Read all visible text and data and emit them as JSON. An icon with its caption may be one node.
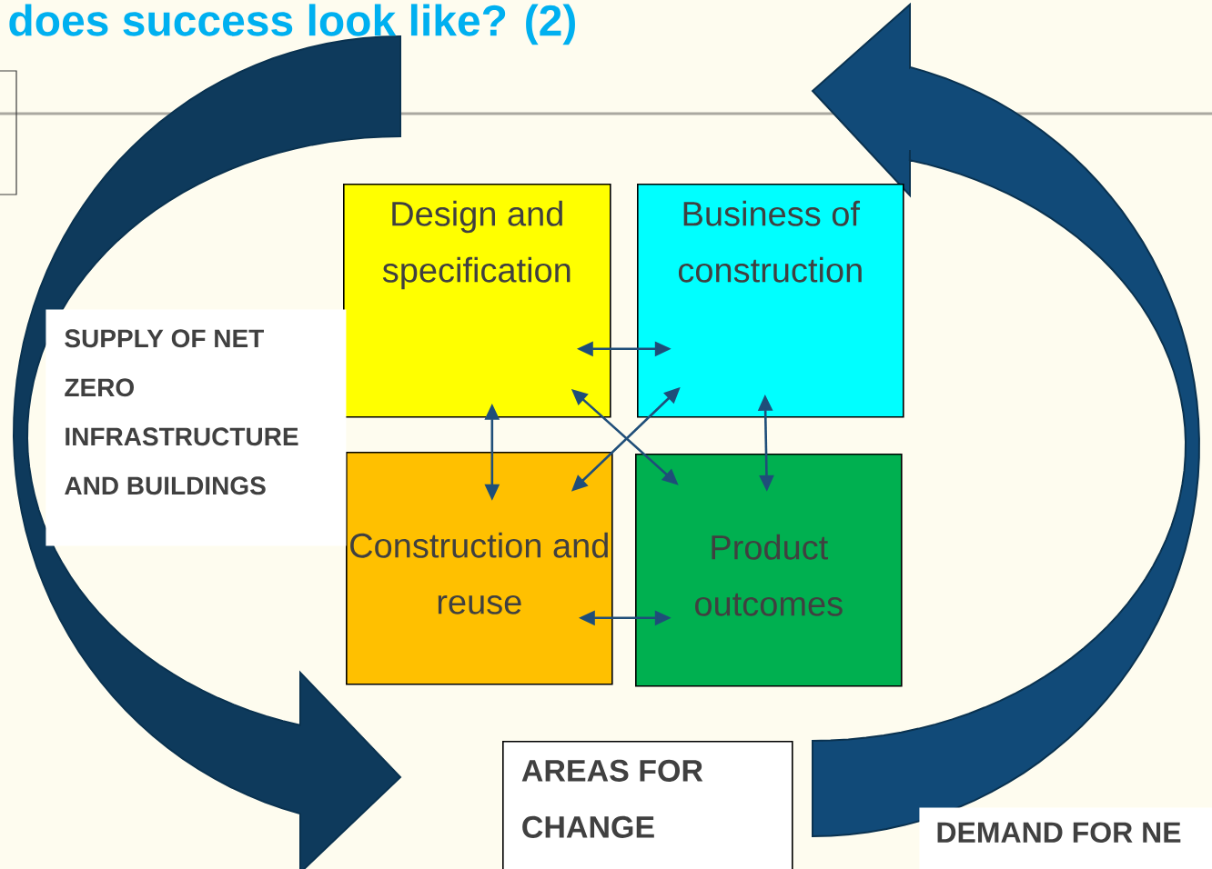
{
  "diagram": {
    "title": "does success look like? (2)",
    "nodes": [
      {
        "text": [
          "Design and specification"
        ]
      },
      {
        "text": [
          "Business of construction"
        ]
      },
      {
        "text": [
          "Construction and reuse"
        ]
      },
      {
        "text": [
          "Product outcomes"
        ]
      },
      {
        "text": [
          "SUPPLY OF NET ZERO INFRASTRUCTURE AND BUILDINGS"
        ]
      },
      {
        "text": [
          "AREAS FOR CHANGE"
        ]
      },
      {
        "text": [
          "DEMAND FOR NE"
        ]
      }
    ],
    "edges": [
      {
        "from": 0,
        "to": 1,
        "arrow": "both"
      },
      {
        "from": 0,
        "to": 2,
        "arrow": "both"
      },
      {
        "from": 0,
        "to": 3,
        "arrow": "both"
      },
      {
        "from": 1,
        "to": 2,
        "arrow": "both"
      },
      {
        "from": 1,
        "to": 3,
        "arrow": "both"
      },
      {
        "from": 2,
        "to": 3,
        "arrow": "both"
      }
    ]
  }
}
